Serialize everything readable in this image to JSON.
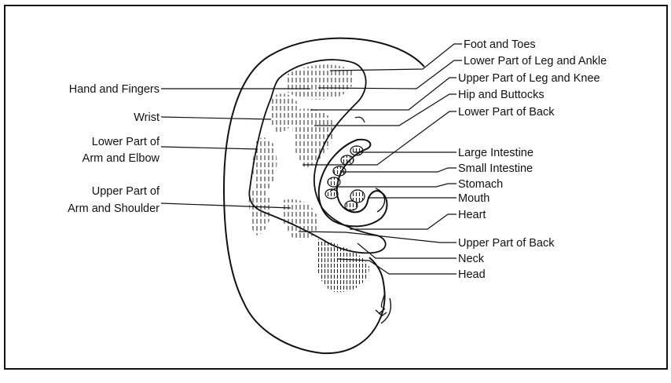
{
  "diagram": {
    "left_labels": {
      "hand_fingers": "Hand and Fingers",
      "wrist": "Wrist",
      "lower_arm_1": "Lower Part of",
      "lower_arm_2": "Arm and Elbow",
      "upper_arm_1": "Upper Part of",
      "upper_arm_2": "Arm and Shoulder"
    },
    "right_labels": {
      "foot_toes": "Foot and Toes",
      "lower_leg": "Lower Part of Leg and Ankle",
      "upper_leg": "Upper Part of Leg and Knee",
      "hip": "Hip and Buttocks",
      "lower_back": "Lower Part of Back",
      "large_intestine": "Large Intestine",
      "small_intestine": "Small Intestine",
      "stomach": "Stomach",
      "mouth": "Mouth",
      "heart": "Heart",
      "upper_back": "Upper Part of Back",
      "neck": "Neck",
      "head": "Head"
    },
    "colors": {
      "ink": "#111111",
      "background": "#ffffff"
    }
  }
}
